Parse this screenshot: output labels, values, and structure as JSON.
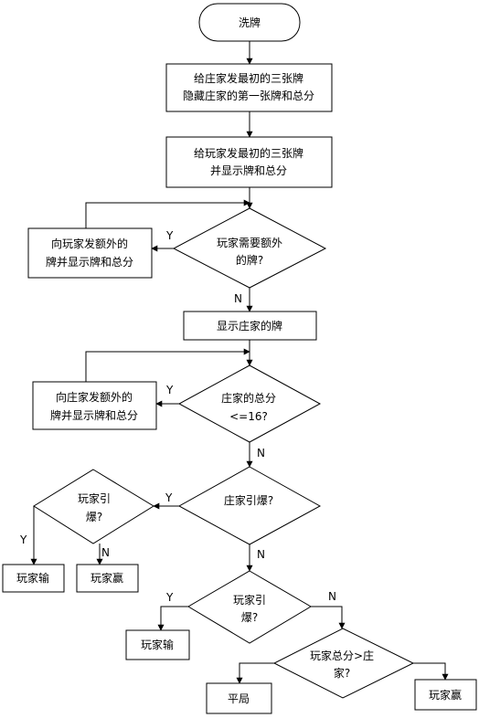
{
  "nodes": {
    "start": "洗牌",
    "deal_dealer_1": "给庄家发最初的三张牌",
    "deal_dealer_2": "隐藏庄家的第一张牌和总分",
    "deal_player_1": "给玩家发最初的三张牌",
    "deal_player_2": "并显示牌和总分",
    "player_more_1": "玩家需要额外",
    "player_more_2": "的牌?",
    "extra_player_1": "向玩家发额外的",
    "extra_player_2": "牌并显示牌和总分",
    "show_dealer": "显示庄家的牌",
    "dealer_total_1": "庄家的总分",
    "dealer_total_2": "<=16?",
    "extra_dealer_1": "向庄家发额外的",
    "extra_dealer_2": "牌并显示牌和总分",
    "dealer_bust": "庄家引爆?",
    "player_bust_a_1": "玩家引",
    "player_bust_a_2": "爆?",
    "lose_a": "玩家输",
    "win_a": "玩家赢",
    "player_bust_b_1": "玩家引",
    "player_bust_b_2": "爆?",
    "lose_b": "玩家输",
    "compare_1": "玩家总分>庄",
    "compare_2": "家?",
    "tie": "平局",
    "win_b": "玩家赢"
  },
  "branch_labels": {
    "yes": "Y",
    "no": "N"
  }
}
